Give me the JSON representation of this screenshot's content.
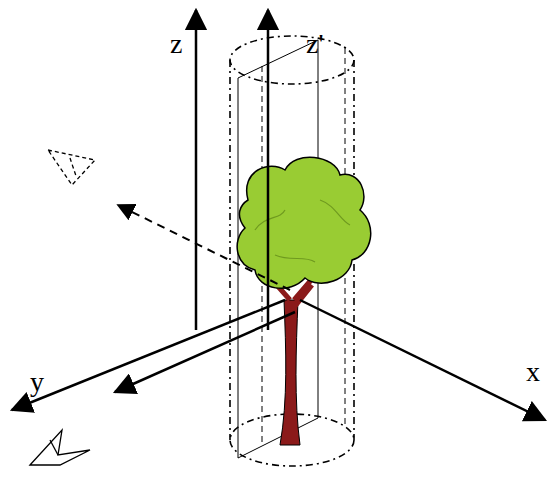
{
  "diagram": {
    "labels": [
      "z",
      "z'",
      "y",
      "x"
    ]
  }
}
